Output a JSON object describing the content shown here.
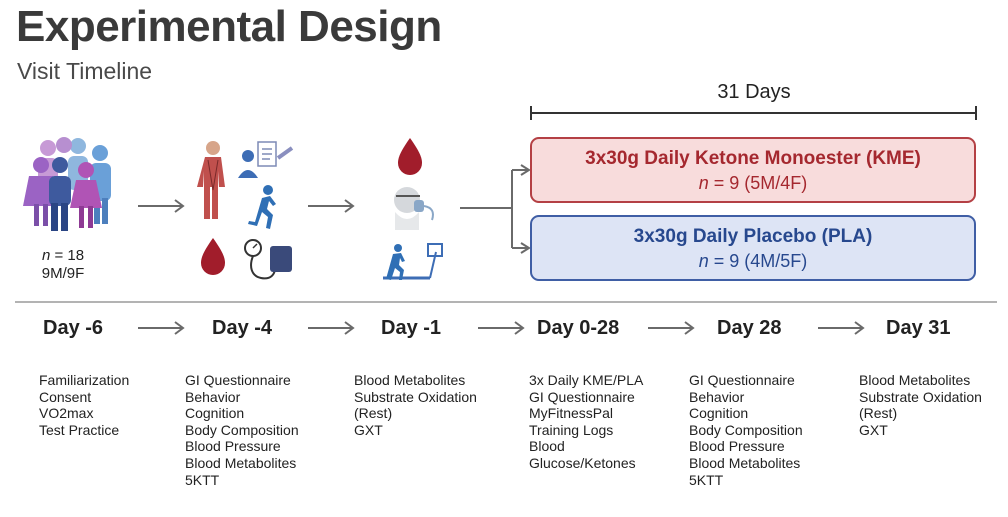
{
  "header": {
    "title": "Experimental Design",
    "subtitle": "Visit Timeline"
  },
  "duration_label": "31 Days",
  "participants": {
    "n_label": "n",
    "n_value": " = 18",
    "split": "9M/9F"
  },
  "groups": [
    {
      "title": "3x30g Daily Ketone Monoester (KME)",
      "n_label": "n",
      "n_value": " = 9 (5M/4F)",
      "color": "#a5282f",
      "fill": "#f8dcdc"
    },
    {
      "title": "3x30g Daily Placebo (PLA)",
      "n_label": "n",
      "n_value": " = 9 (4M/5F)",
      "color": "#27488e",
      "fill": "#dde4f5"
    }
  ],
  "days": [
    {
      "label": "Day -6",
      "items": [
        "Familiarization",
        "Consent",
        "VO2max",
        "Test Practice"
      ]
    },
    {
      "label": "Day -4",
      "items": [
        "GI Questionnaire",
        "Behavior",
        "Cognition",
        "Body Composition",
        "Blood Pressure",
        "Blood Metabolites",
        "5KTT"
      ]
    },
    {
      "label": "Day -1",
      "items": [
        "Blood Metabolites",
        "Substrate Oxidation",
        "(Rest)",
        "GXT"
      ]
    },
    {
      "label": "Day 0-28",
      "items": [
        "3x Daily KME/PLA",
        "GI Questionnaire",
        "MyFitnessPal",
        "Training Logs",
        "Blood",
        "Glucose/Ketones"
      ]
    },
    {
      "label": "Day 28",
      "items": [
        "GI Questionnaire",
        "Behavior",
        "Cognition",
        "Body Composition",
        "Blood Pressure",
        "Blood Metabolites",
        "5KTT"
      ]
    },
    {
      "label": "Day 31",
      "items": [
        "Blood Metabolites",
        "Substrate Oxidation",
        "(Rest)",
        "GXT"
      ]
    }
  ],
  "icons": {
    "stage1": [
      "people-group-icon"
    ],
    "stage2": [
      "anatomy-figure-icon",
      "questionnaire-icon",
      "runner-icon",
      "blood-drop-icon",
      "blood-pressure-cuff-icon"
    ],
    "stage3": [
      "blood-drop-icon",
      "gas-mask-icon",
      "treadmill-runner-icon"
    ]
  },
  "colors": {
    "blood": "#a11d2b",
    "arrow": "#6a6a6a",
    "icon_blue": "#3d6db5",
    "people_purple": "#7b4fa8"
  }
}
